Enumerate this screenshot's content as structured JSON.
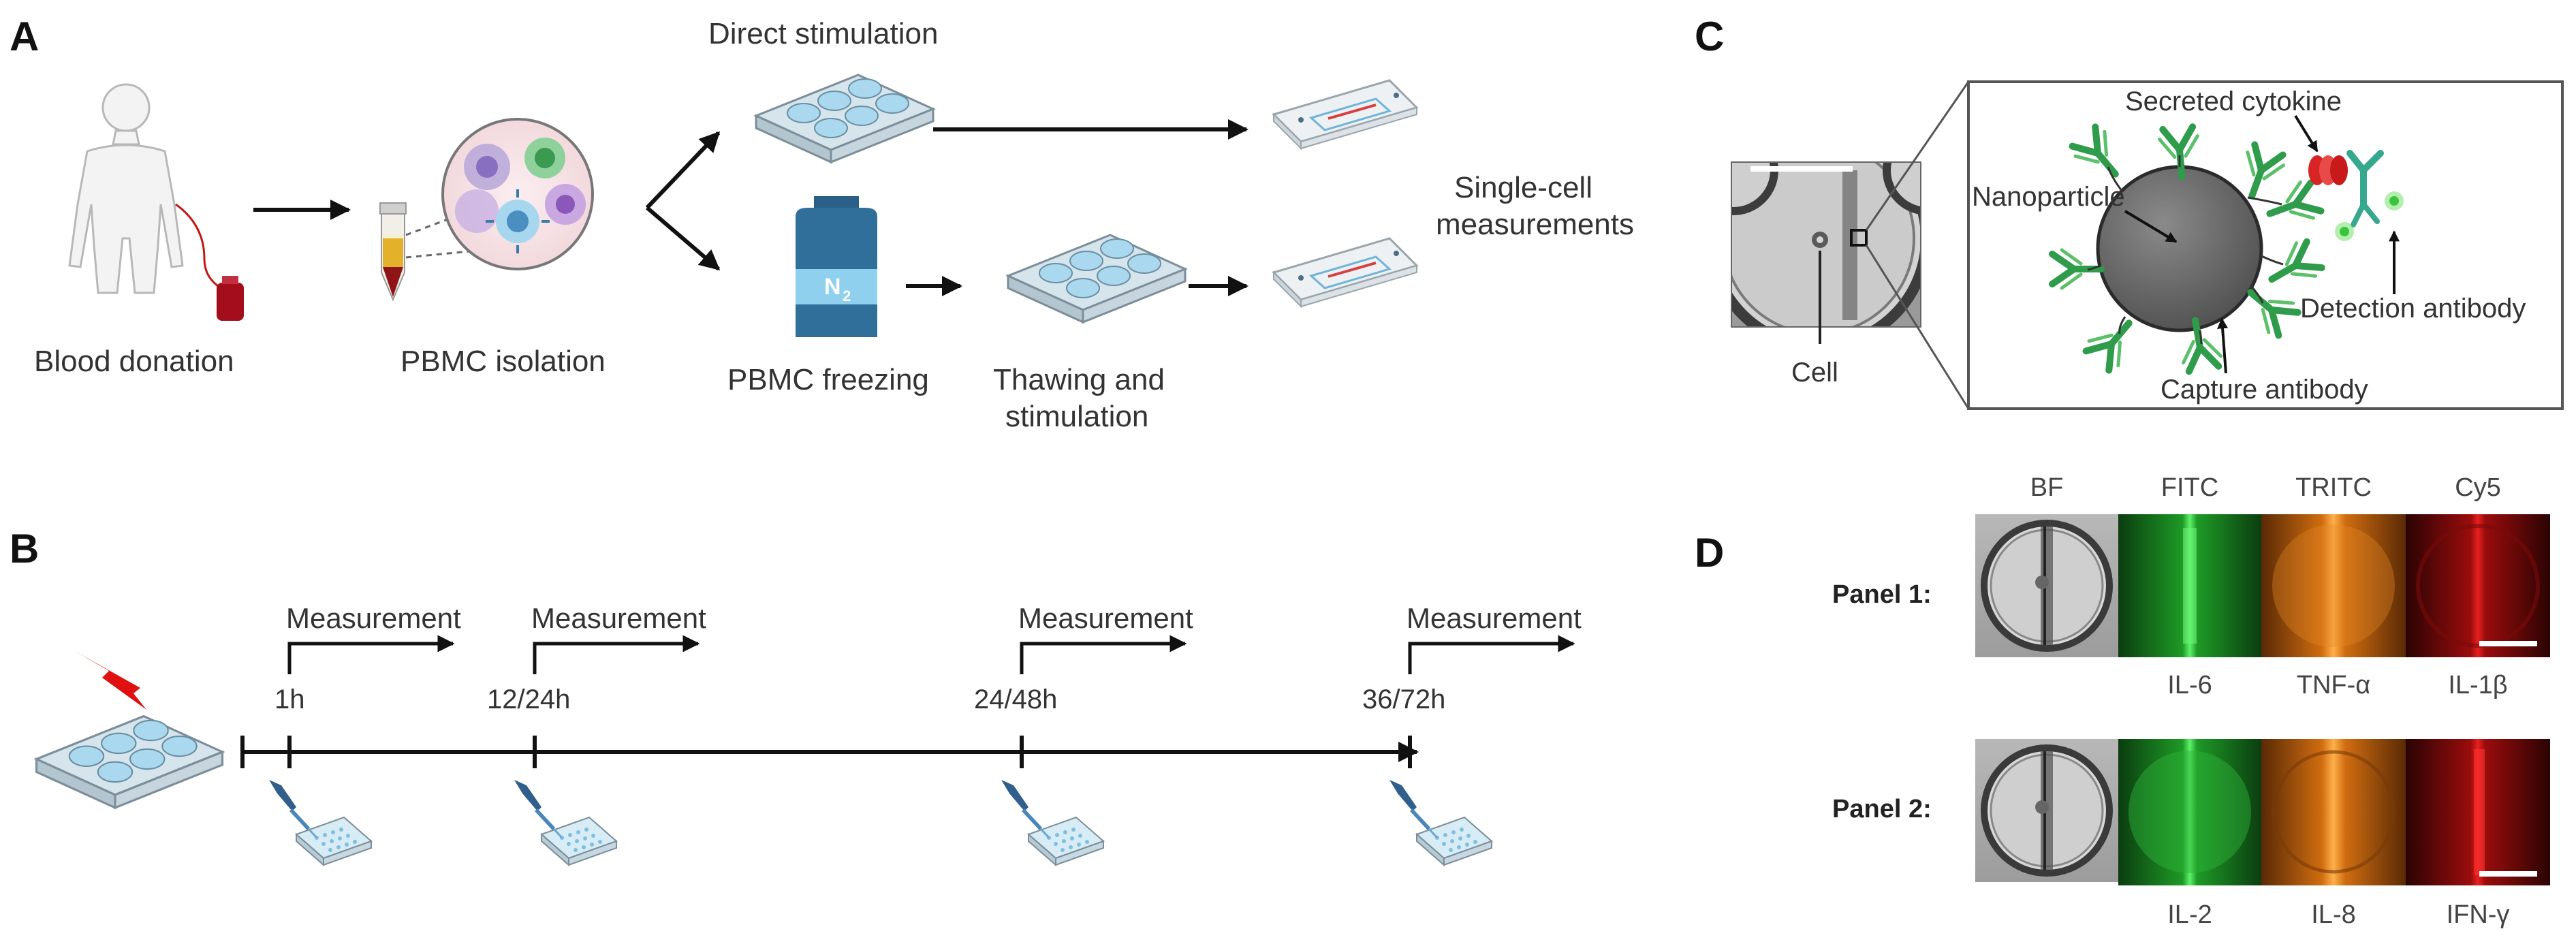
{
  "panels": {
    "a": "A",
    "b": "B",
    "c": "C",
    "d": "D"
  },
  "panel_a": {
    "blood_donation": "Blood donation",
    "pbmc_isolation": "PBMC isolation",
    "direct_stimulation": "Direct stimulation",
    "pbmc_freezing": "PBMC freezing",
    "thawing_line1": "Thawing and",
    "thawing_line2": "stimulation",
    "single_cell_line1": "Single-cell",
    "single_cell_line2": "measurements",
    "n2_label": "N",
    "n2_sub": "2"
  },
  "panel_b": {
    "measurement": "Measurement",
    "timepoints": [
      "1h",
      "12/24h",
      "24/48h",
      "36/72h"
    ]
  },
  "panel_c": {
    "cell": "Cell",
    "nanoparticle": "Nanoparticle",
    "secreted_cytokine": "Secreted cytokine",
    "detection_antibody": "Detection antibody",
    "capture_antibody": "Capture antibody"
  },
  "panel_d": {
    "channels": [
      "BF",
      "FITC",
      "TRITC",
      "Cy5"
    ],
    "panel1_label": "Panel 1:",
    "panel2_label": "Panel 2:",
    "panel1_markers": [
      "IL-6",
      "TNF-α",
      "IL-1β"
    ],
    "panel2_markers": [
      "IL-2",
      "IL-8",
      "IFN-γ"
    ],
    "colors": {
      "fitc": "#1fae2a",
      "tritc": "#e07a10",
      "cy5": "#c81010"
    }
  },
  "colors": {
    "arrow": "#111111",
    "red_arrow": "#e01010",
    "antibody": "#2e9c4a",
    "cytokine": "#e03030",
    "plate": "#9fd3ec",
    "tube_blue": "#2f6f9a"
  }
}
